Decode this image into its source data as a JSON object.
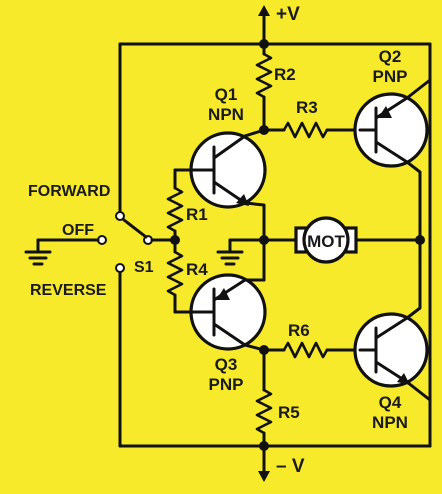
{
  "supply": {
    "positive": "+V",
    "negative": "– V"
  },
  "transistors": {
    "q1": {
      "ref": "Q1",
      "type": "NPN"
    },
    "q2": {
      "ref": "Q2",
      "type": "PNP"
    },
    "q3": {
      "ref": "Q3",
      "type": "PNP"
    },
    "q4": {
      "ref": "Q4",
      "type": "NPN"
    }
  },
  "resistors": [
    "R1",
    "R2",
    "R3",
    "R4",
    "R5",
    "R6"
  ],
  "switch": {
    "ref": "S1",
    "positions": {
      "forward": "FORWARD",
      "off": "OFF",
      "reverse": "REVERSE"
    }
  },
  "motor": {
    "label": "MOT"
  },
  "colors": {
    "background": "#f7ea2a",
    "ink": "#111111",
    "component_fill": "#ffffff"
  }
}
